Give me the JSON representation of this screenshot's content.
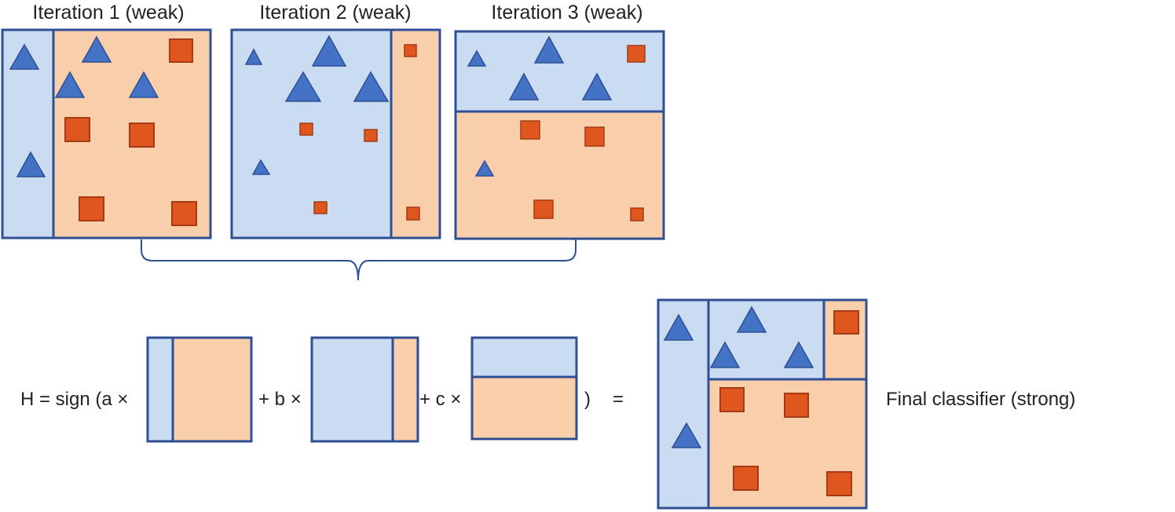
{
  "iterations": [
    {
      "title": "Iteration 1 (weak)"
    },
    {
      "title": "Iteration 2 (weak)"
    },
    {
      "title": "Iteration 3 (weak)"
    }
  ],
  "formula": {
    "h_sign": "H = sign (a ×",
    "plus_b": "+ b ×",
    "plus_c": "+ c ×",
    "close_paren": ")",
    "equals": "="
  },
  "final_label": "Final classifier (strong)",
  "colors": {
    "blue_region": "#c9dcf1",
    "orange_region": "#f9cfab",
    "border": "#2f4f95",
    "triangle": "#4472c4",
    "square": "#e0561f"
  },
  "markers": [
    "triangle-icon",
    "square-icon"
  ]
}
